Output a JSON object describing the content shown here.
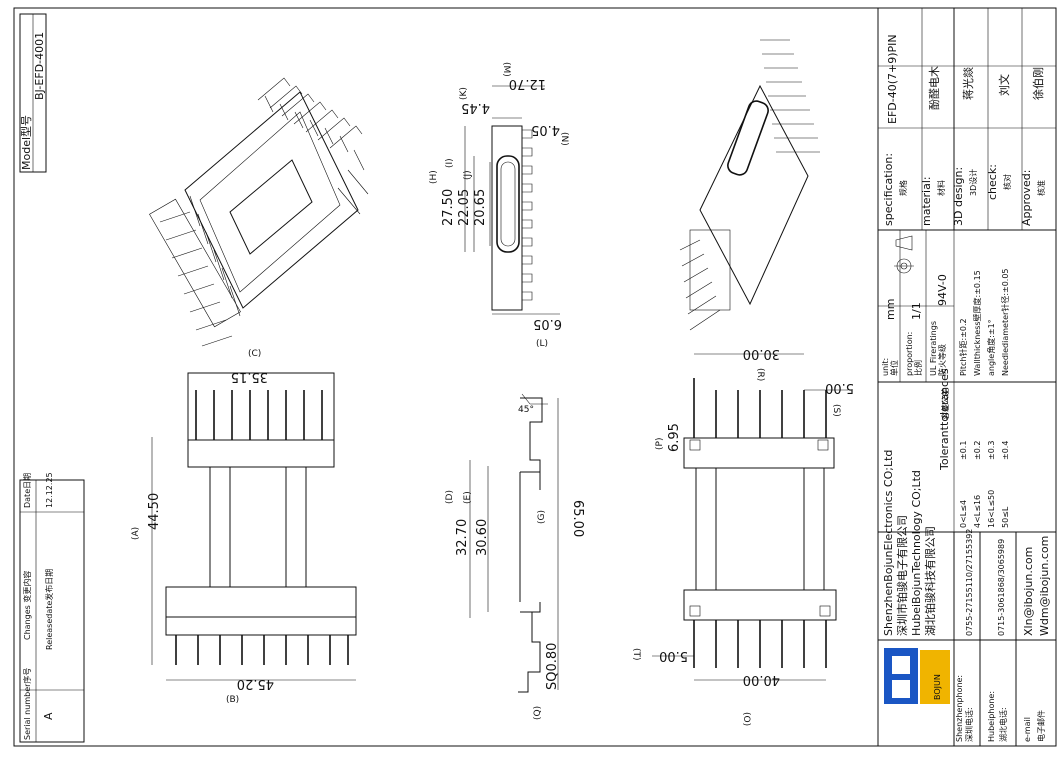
{
  "model": {
    "label": "Model型号",
    "value": "BJ-EFD-4001"
  },
  "change_log": {
    "serial_header": "Serial number序号",
    "changes_header": "Changes 变更内容",
    "date_header": "Date日期",
    "rows": [
      {
        "serial": "A",
        "change": "Releasedate发布日期",
        "date": "12.12.25"
      }
    ]
  },
  "views": {
    "c_label": "(C)",
    "top_view": {
      "b_value": "45.20",
      "b_label": "(B)",
      "a_value": "44.50",
      "a_label": "(A)",
      "c_value": "35.15"
    },
    "front_view": {
      "h_value": "27.50",
      "h_label": "(H)",
      "i_value": "22.05",
      "i_label": "(I)",
      "j_value": "20.65",
      "j_label": "(J)",
      "k_value": "4.45",
      "k_label": "(K)",
      "m_value": "12.70",
      "m_label": "(M)",
      "n_value": "4.05",
      "n_label": "(N)",
      "l_value": "6.05",
      "l_label": "(L)"
    },
    "side_view": {
      "angle": "45°",
      "d_value": "32.70",
      "d_label": "(D)",
      "e_value": "30.60",
      "e_label": "(E)",
      "g_value": "65.00",
      "g_label": "(G)",
      "q_value": "SQ0.80",
      "q_label": "(Q)"
    },
    "bottom_view": {
      "p_value": "6.95",
      "p_label": "(P)",
      "r_value": "30.00",
      "r_label": "(R)",
      "s_value": "5.00",
      "s_label": "(S)",
      "t_value": "5.00",
      "t_label": "(T)",
      "o_value": "40.00",
      "o_label": "(O)"
    }
  },
  "title_block": {
    "spec_label": "specification:",
    "spec_label_cn": "规格",
    "spec_value": "EFD-40(7+9)PIN",
    "material_label": "material:",
    "material_label_cn": "材料",
    "material_value": "酚醛电木",
    "design_label": "3D design:",
    "design_label_cn": "3D设计",
    "design_value": "蒋光燚",
    "check_label": "check:",
    "check_label_cn": "核对",
    "check_value": "刘文",
    "approved_label": "Approved:",
    "approved_label_cn": "核准",
    "approved_value": "徐伯刚",
    "unit_label": "unit:",
    "unit_label_cn": "单位",
    "unit_value": "mm",
    "proportion_label": "proportion:",
    "proportion_label_cn": "比例",
    "proportion_value": "1/1",
    "fire_label": "UL Fireratings",
    "fire_label_cn": "防火等级",
    "fire_value": "94V-0",
    "tolerance_title": "Toleranttolerances",
    "tolerance_title_cn": "容差公差",
    "tolerances": [
      {
        "range": "0<L≤4",
        "value": "±0.1"
      },
      {
        "range": "4<L≤16",
        "value": "±0.2"
      },
      {
        "range": "16<L≤50",
        "value": "±0.3"
      },
      {
        "range": "50≤L",
        "value": "±0.4"
      }
    ],
    "tolerance_notes": [
      "Pitch针距:±0.2",
      "Wallthickness壁厚度:±0.15",
      "angle角度:±1°",
      "Needlediameter针径:±0.05"
    ],
    "company": {
      "sz_en": "ShenzhenBojunElectronics CO;Ltd",
      "sz_cn": "深圳市铂骏电子有限公司",
      "hb_en": "HubeiBojunTechnology CO;Ltd",
      "hb_cn": "湖北铂骏科技有限公司",
      "logo": "BOJUN"
    },
    "contacts": [
      {
        "label": "Shenzhenphone:",
        "label_cn": "深圳电话:",
        "value": "0755-27155110/27155392"
      },
      {
        "label": "Hubeiphone:",
        "label_cn": "湖北电话:",
        "value": "0715-3061868/3065989"
      },
      {
        "label": "e-mail",
        "label_cn": "电子邮件",
        "value": "Xln@ibojun.com",
        "value2": "Wdm@ibojun.com"
      }
    ]
  }
}
